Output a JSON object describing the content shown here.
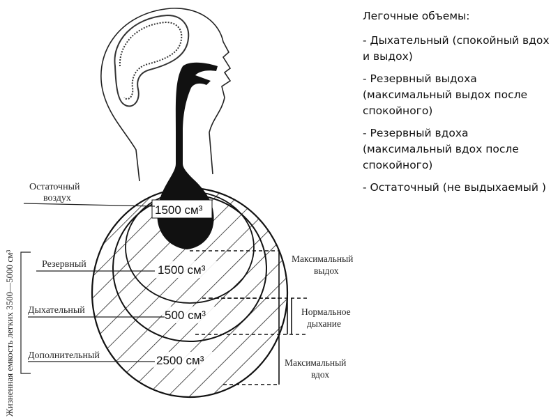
{
  "legend": {
    "title": "Легочные объемы:",
    "items": [
      "- Дыхательный (спокойный вдох и выдох)",
      "- Резервный выдоха (максимальный выдох после спокойного)",
      "- Резервный вдоха (максимальный вдох после спокойного)",
      "- Остаточный (не выдыхаемый )"
    ]
  },
  "diagram": {
    "left_labels": {
      "residual_1": "Остаточный",
      "residual_2": "воздух",
      "reserve": "Резервный",
      "tidal": "Дыхательный",
      "additional": "Дополнительный"
    },
    "volumes": {
      "residual": "1500 см³",
      "reserve": "1500 см³",
      "tidal": "500 см³",
      "additional": "2500 см³"
    },
    "right_labels": {
      "max_exhale_1": "Максимальный",
      "max_exhale_2": "выдох",
      "normal_1": "Нормальное",
      "normal_2": "дыхание",
      "max_inhale_1": "Максимальный",
      "max_inhale_2": "вдох"
    },
    "vital_capacity": "Жизненная емкость легких 3500—5000 см³"
  },
  "colors": {
    "ink": "#111111",
    "background": "#ffffff"
  }
}
